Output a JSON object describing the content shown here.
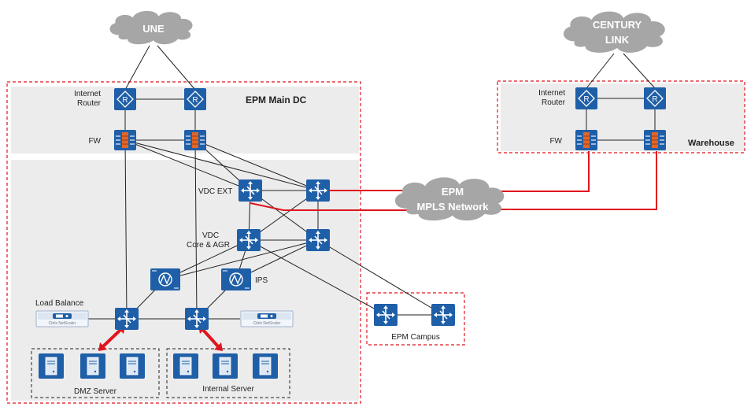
{
  "clouds": {
    "une": "UNE",
    "century_link_line1": "CENTURY",
    "century_link_line2": "LINK",
    "mpls_line1": "EPM",
    "mpls_line2": "MPLS Network"
  },
  "main_dc": {
    "title": "EPM Main DC",
    "internet_router_line1": "Internet",
    "internet_router_line2": "Router",
    "fw": "FW",
    "vdc_ext": "VDC EXT",
    "vdc_core_line1": "VDC",
    "vdc_core_line2": "Core & AGR",
    "ips": "IPS",
    "load_balance": "Load Balance",
    "netscaler_brand": "Citrix NetScaler",
    "dmz_server": "DMZ  Server",
    "internal_server": "Internal Server"
  },
  "warehouse": {
    "title": "Warehouse",
    "internet_router_line1": "Internet",
    "internet_router_line2": "Router",
    "fw": "FW"
  },
  "campus": {
    "title": "EPM Campus"
  },
  "colors": {
    "device_blue": "#1f5fa8",
    "cloud_gray": "#a6a6a6",
    "wan_red": "#e0141e",
    "zone_gray": "#ececec",
    "firewall_orange": "#e0662a"
  }
}
